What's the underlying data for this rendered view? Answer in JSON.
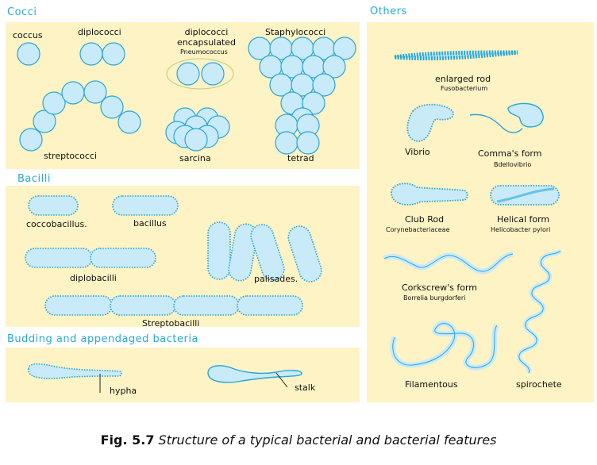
{
  "headings": {
    "cocci": "Cocci",
    "others": "Others",
    "bacilli": "Bacilli",
    "budding": "Budding and appendaged bacteria"
  },
  "labels": {
    "coccus": "coccus",
    "diplococci": "diplococci",
    "diplococci_encapsulated": "diplococci encapsulated",
    "pneumococcus": "Pneumococcus",
    "staphylococci": "Staphylococci",
    "streptococci": "streptococci",
    "sarcina": "sarcina",
    "tetrad": "tetrad",
    "coccobacillus": "coccobacillus.",
    "bacillus": "bacillus",
    "diplobacilli": "diplobacilli",
    "palisades": "palisades.",
    "streptobacilli": "Streptobacilli",
    "hypha": "hypha",
    "stalk": "stalk",
    "enlarged_rod": "enlarged rod",
    "fusobacterium": "Fusobacterium",
    "vibrio": "Vibrio",
    "commas_form": "Comma's form",
    "bdellovibrio": "Bdellovibrio",
    "club_rod": "Club Rod",
    "corynebacteriaceae": "Corynebacteriaceae",
    "helical_form": "Helical form",
    "helicobacter_pylori": "Helicobacter pylori",
    "corkscrews_form": "Corkscrew's form",
    "borrelia_burgdorferi": "Borrelia burgdorferi",
    "filamentous": "Filamentous",
    "spirochete": "spirochete"
  },
  "caption": {
    "fig": "Fig. 5.7",
    "text": "Structure of a typical bacterial and bacterial features"
  },
  "colors": {
    "cell_fill": "#c9eaf8",
    "cell_stroke": "#2aa6d6",
    "panel": "#fdf3c4",
    "heading": "#29a9d6"
  }
}
